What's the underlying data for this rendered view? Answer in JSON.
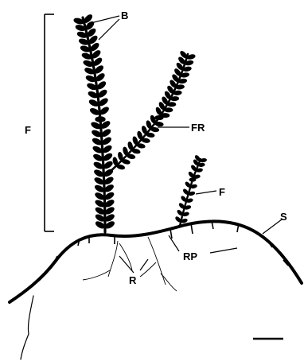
{
  "labels": {
    "bracket": "F",
    "tips": "B",
    "frond": "FR",
    "frond_small": "F",
    "stolon": "S",
    "rootlet_pegs": "RP",
    "rhizoids": "R"
  },
  "colors": {
    "ink": "#000000",
    "background": "#ffffff"
  }
}
